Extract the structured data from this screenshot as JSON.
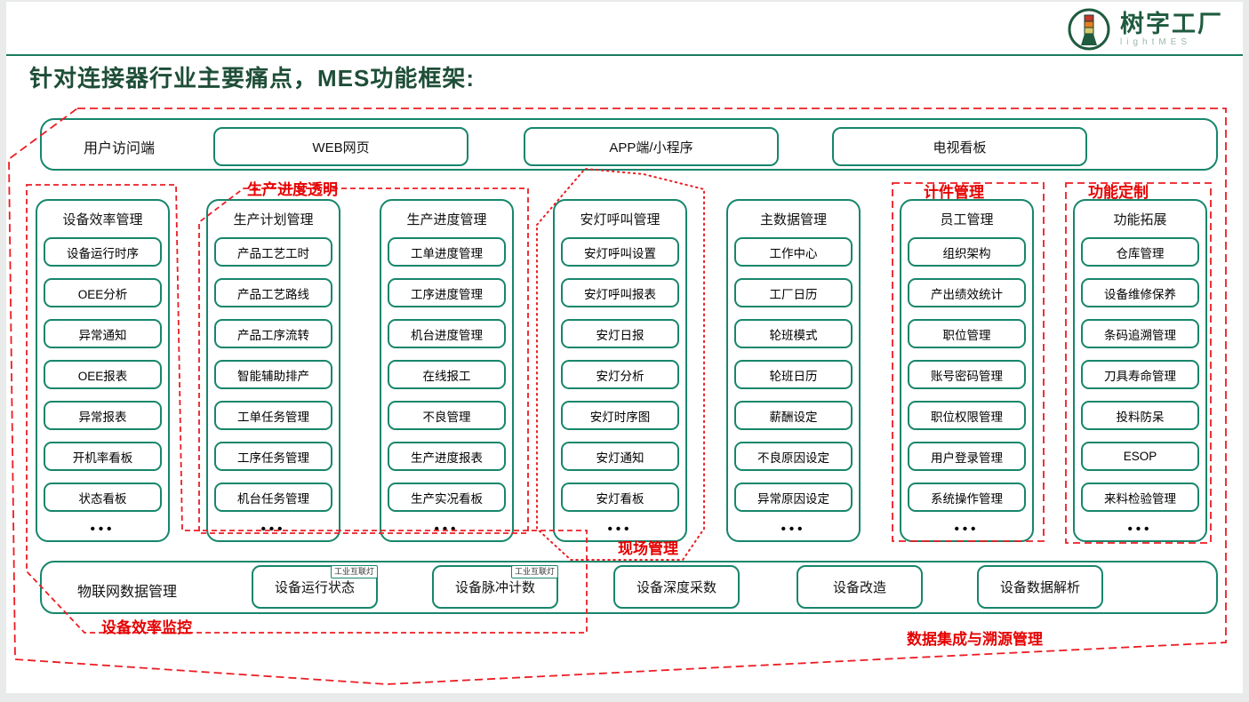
{
  "brand": {
    "name": "树字工厂",
    "subtitle": "lightMES"
  },
  "title": "针对连接器行业主要痛点，MES功能框架:",
  "access_row": {
    "label": "用户访问端",
    "boxes": [
      "WEB网页",
      "APP端/小程序",
      "电视看板"
    ]
  },
  "columns": [
    {
      "title": "设备效率管理",
      "items": [
        "设备运行时序",
        "OEE分析",
        "异常通知",
        "OEE报表",
        "异常报表",
        "开机率看板",
        "状态看板"
      ]
    },
    {
      "title": "生产计划管理",
      "items": [
        "产品工艺工时",
        "产品工艺路线",
        "产品工序流转",
        "智能辅助排产",
        "工单任务管理",
        "工序任务管理",
        "机台任务管理"
      ]
    },
    {
      "title": "生产进度管理",
      "items": [
        "工单进度管理",
        "工序进度管理",
        "机台进度管理",
        "在线报工",
        "不良管理",
        "生产进度报表",
        "生产实况看板"
      ]
    },
    {
      "title": "安灯呼叫管理",
      "items": [
        "安灯呼叫设置",
        "安灯呼叫报表",
        "安灯日报",
        "安灯分析",
        "安灯时序图",
        "安灯通知",
        "安灯看板"
      ]
    },
    {
      "title": "主数据管理",
      "items": [
        "工作中心",
        "工厂日历",
        "轮班模式",
        "轮班日历",
        "薪酬设定",
        "不良原因设定",
        "异常原因设定"
      ]
    },
    {
      "title": "员工管理",
      "items": [
        "组织架构",
        "产出绩效统计",
        "职位管理",
        "账号密码管理",
        "职位权限管理",
        "用户登录管理",
        "系统操作管理"
      ]
    },
    {
      "title": "功能拓展",
      "items": [
        "仓库管理",
        "设备维修保养",
        "条码追溯管理",
        "刀具寿命管理",
        "投料防呆",
        "ESOP",
        "来料检验管理"
      ]
    }
  ],
  "ellipsis": "•••",
  "iot_row": {
    "label": "物联网数据管理",
    "boxes": [
      {
        "text": "设备运行状态",
        "tag": "工业互联灯"
      },
      {
        "text": "设备脉冲计数",
        "tag": "工业互联灯"
      },
      {
        "text": "设备深度采数"
      },
      {
        "text": "设备改造"
      },
      {
        "text": "设备数据解析"
      }
    ]
  },
  "annotations": {
    "production_transparency": "生产进度透明",
    "piecework": "计件管理",
    "custom_function": "功能定制",
    "site_management": "现场管理",
    "device_efficiency_monitor": "设备效率监控",
    "data_integration_trace": "数据集成与溯源管理"
  },
  "colors": {
    "green": "#17866B",
    "dark_green": "#1F4E38",
    "red": "#E60000"
  }
}
